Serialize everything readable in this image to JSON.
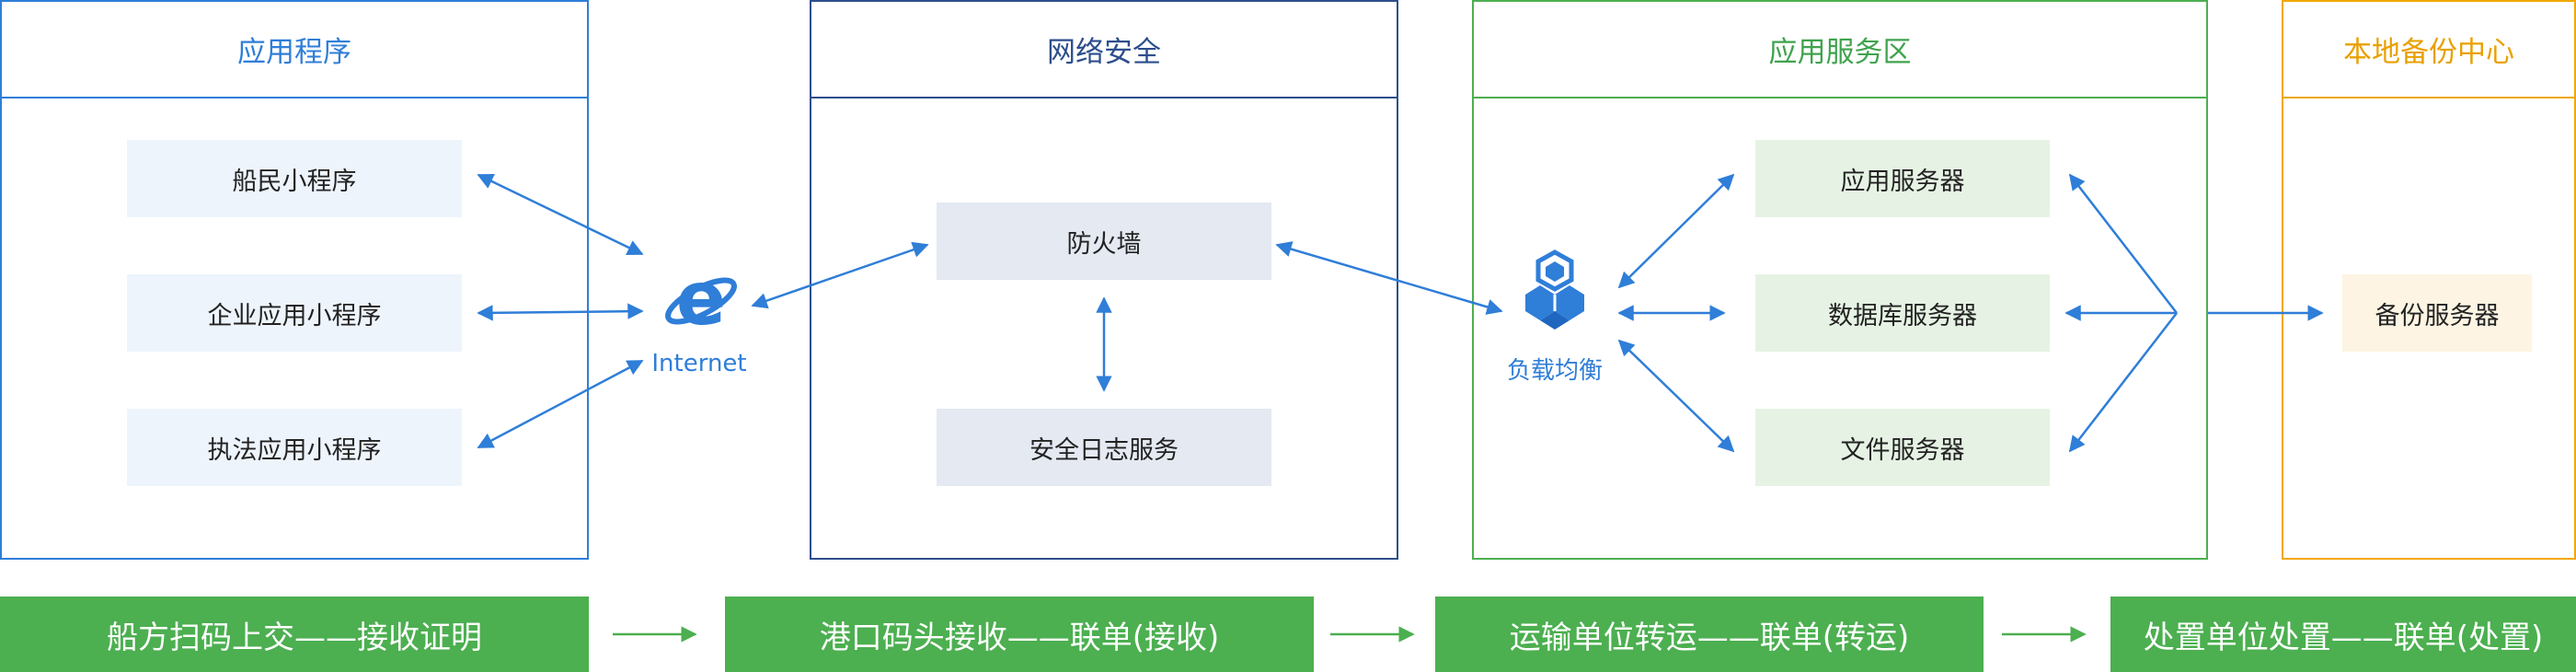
{
  "panels": {
    "app": "应用程序",
    "net": "网络安全",
    "svc": "应用服务区",
    "bak": "本地备份中心"
  },
  "nodes": {
    "crew": "船民小程序",
    "enterprise": "企业应用小程序",
    "enforce": "执法应用小程序",
    "firewall": "防火墙",
    "log": "安全日志服务",
    "appserver": "应用服务器",
    "dbserver": "数据库服务器",
    "fileserver": "文件服务器",
    "backup": "备份服务器"
  },
  "icons": {
    "internet": {
      "name": "internet-explorer-icon",
      "label": "Internet"
    },
    "lb": {
      "name": "load-balancer-icon",
      "label": "负载均衡"
    }
  },
  "flow": [
    "船方扫码上交——接收证明",
    "港口码头接收——联单(接收)",
    "运输单位转运——联单(转运)",
    "处置单位处置——联单(处置)"
  ],
  "colors": {
    "blue": "#2f7ed8",
    "navy": "#2d4e8c",
    "green": "#4caf50",
    "orange": "#f0a800"
  }
}
